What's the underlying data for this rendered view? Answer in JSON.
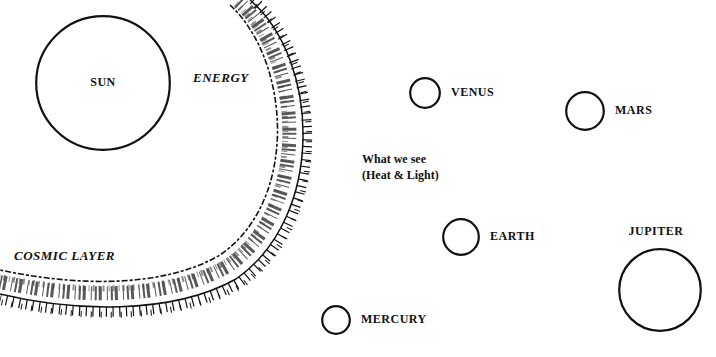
{
  "diagram": {
    "nodes": [
      {
        "text": [
          "SUN"
        ]
      },
      {
        "text": [
          "VENUS"
        ]
      },
      {
        "text": [
          "MARS"
        ]
      },
      {
        "text": [
          "EARTH"
        ]
      },
      {
        "text": [
          "JUPITER"
        ]
      },
      {
        "text": [
          "MERCURY"
        ]
      }
    ],
    "labels": [
      "ENERGY",
      "What we see (Heat & Light)",
      "COSMIC LAYER"
    ]
  }
}
